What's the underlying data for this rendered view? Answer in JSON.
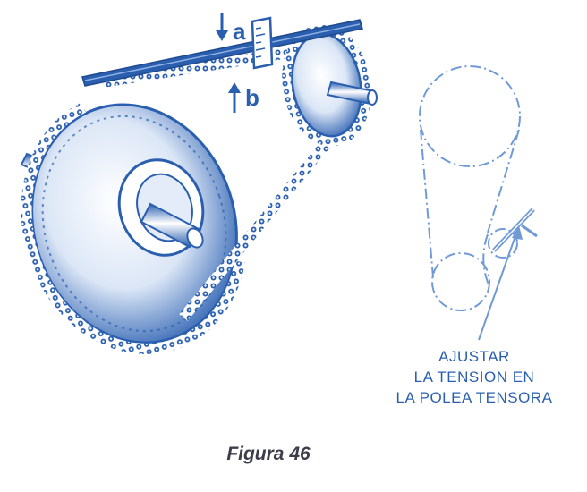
{
  "colors": {
    "ink": "#2a5fb0",
    "ink_light": "#6f9ad6",
    "caption": "#3b3d4a"
  },
  "labels": {
    "a": "a",
    "b": "b"
  },
  "annotation": {
    "line1": "AJUSTAR",
    "line2": "LA TENSION EN",
    "line3": "LA POLEA TENSORA"
  },
  "caption": "Figura 46",
  "icons": {
    "large_sprocket": "large-sprocket-icon",
    "small_sprocket": "small-sprocket-icon",
    "chain": "roller-chain-icon",
    "straightedge": "straightedge-icon",
    "ruler": "ruler-icon",
    "tensioner": "idler-pulley-icon"
  }
}
